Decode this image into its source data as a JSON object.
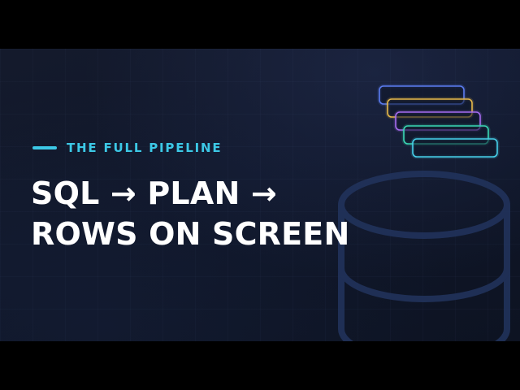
{
  "slide": {
    "eyebrow": "THE FULL PIPELINE",
    "headline_line1": "SQL → PLAN →",
    "headline_line2": "ROWS ON SCREEN"
  },
  "colors": {
    "letterbox": "#000000",
    "eyebrow_accent": "#3cc8e6",
    "headline": "#ffffff",
    "row_stack": [
      "#5b7cf0",
      "#e6b84a",
      "#a66cf0",
      "#3ad6b4",
      "#46d0ea"
    ],
    "database_outline": "#22345e"
  },
  "icons": {
    "database": "database-cylinder-icon",
    "row_stack": "stacked-rows-icon"
  }
}
